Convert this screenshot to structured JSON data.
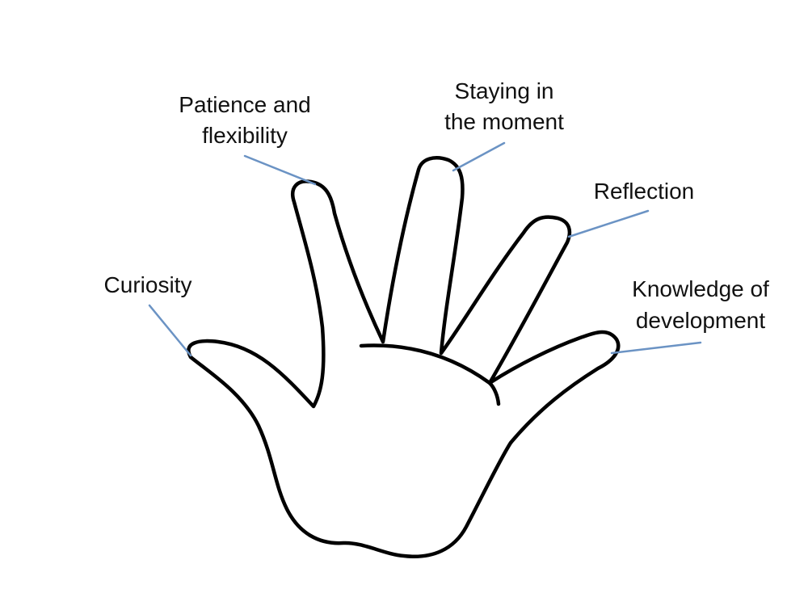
{
  "colors": {
    "outline": "#000000",
    "leader_line": "#6b93c4",
    "text": "#111111",
    "background": "#ffffff"
  },
  "labels": {
    "curiosity": {
      "line1": "Curiosity"
    },
    "patience": {
      "line1": "Patience and",
      "line2": "flexibility"
    },
    "staying": {
      "line1": "Staying in",
      "line2": "the moment"
    },
    "reflection": {
      "line1": "Reflection"
    },
    "knowledge": {
      "line1": "Knowledge of",
      "line2": "development"
    }
  }
}
